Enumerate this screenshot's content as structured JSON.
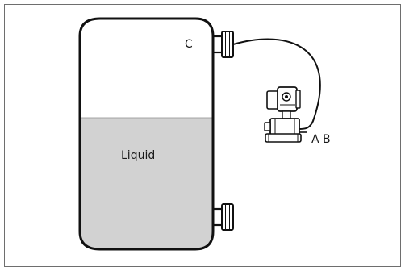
{
  "diagram": {
    "labels": {
      "liquid": "Liquid",
      "tap_top": "C",
      "tap_bottom_ab": "A B"
    },
    "colors": {
      "frame": "#6e6e6e",
      "outline": "#111111",
      "liquid_fill": "#d2d2d2",
      "vessel_fill": "#ffffff"
    },
    "liquid_level_fraction": 0.57,
    "icons": [
      "vessel",
      "flange",
      "impulse-line",
      "pressure-transmitter"
    ]
  }
}
